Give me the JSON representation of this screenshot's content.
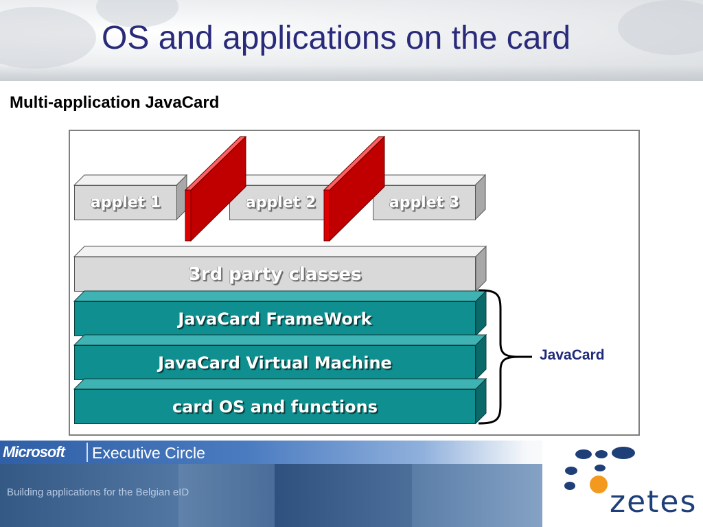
{
  "slide": {
    "title": "OS and applications on the card",
    "subtitle": "Multi-application JavaCard"
  },
  "diagram": {
    "applets": [
      "applet 1",
      "applet 2",
      "applet 3"
    ],
    "layers": [
      {
        "label": "3rd party classes",
        "style": "gray"
      },
      {
        "label": "JavaCard FrameWork",
        "style": "teal"
      },
      {
        "label": "JavaCard Virtual Machine",
        "style": "teal"
      },
      {
        "label": "card OS and functions",
        "style": "teal"
      }
    ],
    "brace_label": "JavaCard"
  },
  "footer": {
    "brand": "Microsoft",
    "program": "Executive Circle",
    "caption": "Building applications for the Belgian eID",
    "logo_text": "zetes"
  },
  "colors": {
    "title": "#2a2a7a",
    "teal": "#0f8f8f",
    "firewall": "#e00000",
    "applet_gray": "#d9d9d9",
    "zetes_blue": "#1f3f78",
    "zetes_orange": "#f39a1e"
  }
}
